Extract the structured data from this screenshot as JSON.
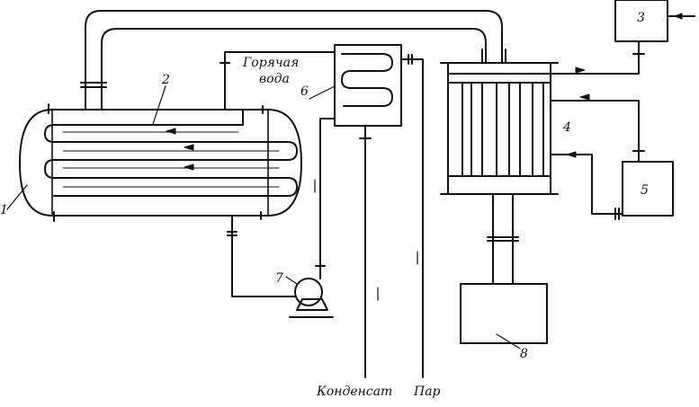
{
  "labels": {
    "n1": "1",
    "n2": "2",
    "n3": "3",
    "n4": "4",
    "n5": "5",
    "n6": "6",
    "n7": "7",
    "n8": "8"
  },
  "captions": {
    "hot_water_line1": "Горячая",
    "hot_water_line2": "вода",
    "condensate": "Конденсат",
    "steam": "Пар"
  },
  "colors": {
    "line": "#111111",
    "background": "#ffffff"
  }
}
